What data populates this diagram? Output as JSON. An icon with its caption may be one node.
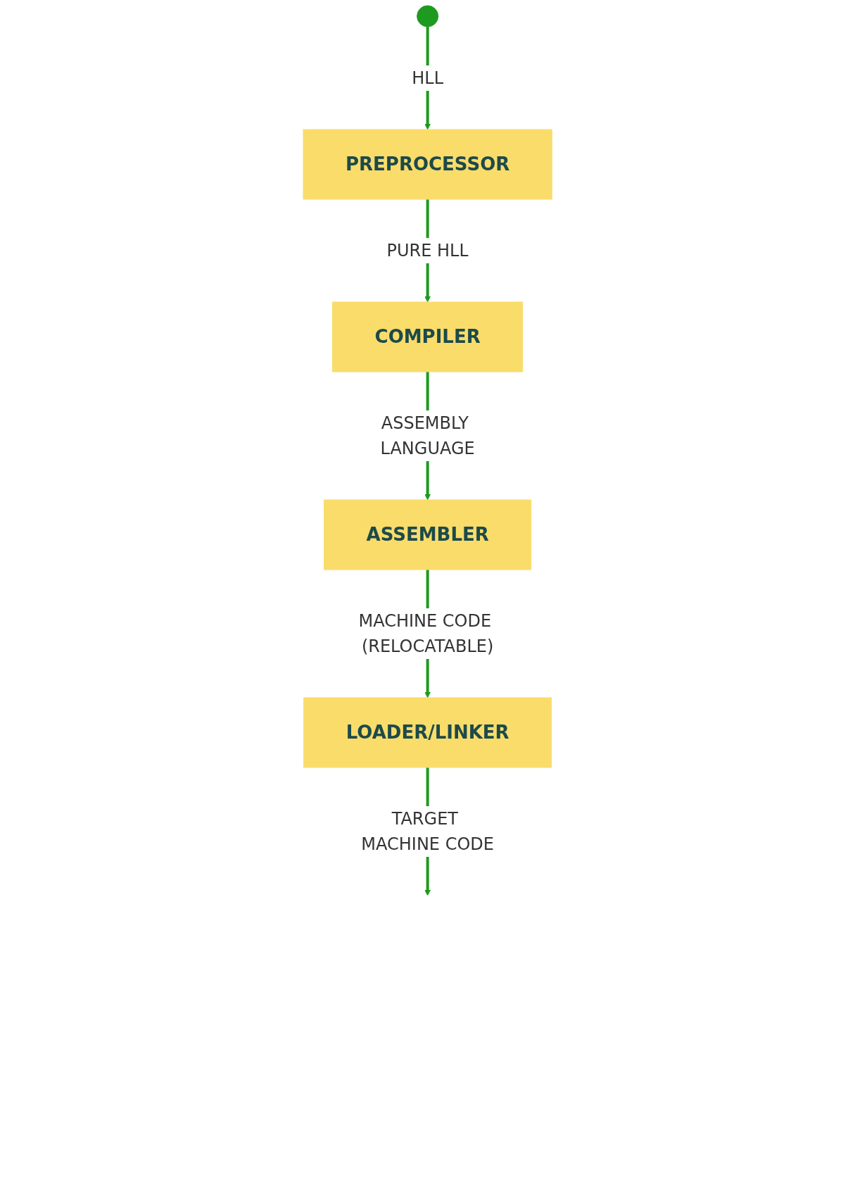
{
  "diagram": {
    "nodes": [
      {
        "text": [
          "PREPROCESSOR"
        ]
      },
      {
        "text": [
          "COMPILER"
        ]
      },
      {
        "text": [
          "ASSEMBLER"
        ]
      },
      {
        "text": [
          "LOADER/LINKER"
        ]
      }
    ],
    "edges": [
      {
        "from": null,
        "to": 0,
        "arrow": "to",
        "label": "HLL"
      },
      {
        "from": 0,
        "to": 1,
        "arrow": "to",
        "label": "PURE HLL"
      },
      {
        "from": 1,
        "to": 2,
        "arrow": "to",
        "label": "ASSEMBLY LANGUAGE"
      },
      {
        "from": 2,
        "to": 3,
        "arrow": "to",
        "label": "MACHINE CODE (RELOCATABLE)"
      },
      {
        "from": 3,
        "to": null,
        "arrow": "to",
        "label": "TARGET MACHINE CODE"
      }
    ]
  }
}
